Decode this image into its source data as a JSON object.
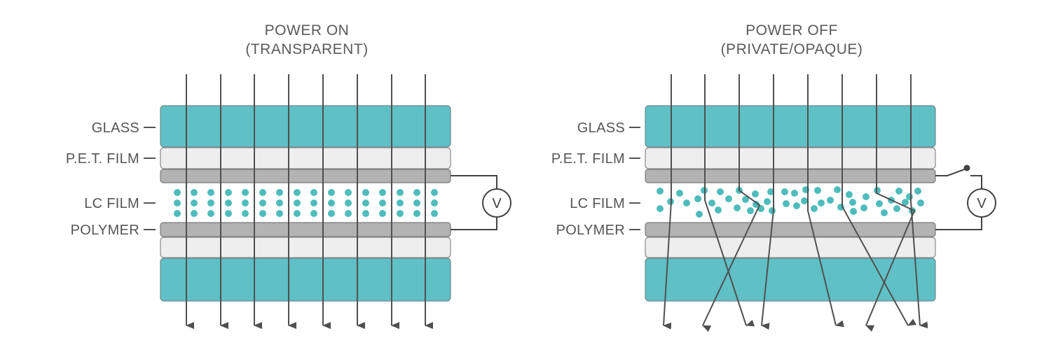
{
  "panels": [
    {
      "id": "on",
      "title_line1": "POWER ON",
      "title_line2": "(TRANSPARENT)",
      "state": "transparent",
      "labels": {
        "glass": "GLASS",
        "pet": "P.E.T. FILM",
        "lc": "LC FILM",
        "polymer": "POLYMER"
      },
      "voltmeter": "V",
      "switch": "closed",
      "light_rays": 8,
      "lc_droplets": "aligned"
    },
    {
      "id": "off",
      "title_line1": "POWER OFF",
      "title_line2": "(PRIVATE/OPAQUE)",
      "state": "scattering",
      "labels": {
        "glass": "GLASS",
        "pet": "P.E.T. FILM",
        "lc": "LC FILM",
        "polymer": "POLYMER"
      },
      "voltmeter": "V",
      "switch": "open",
      "light_rays": 8,
      "lc_droplets": "random"
    }
  ],
  "colors": {
    "glass": "#5fc0c6",
    "pet": "#eeeeee",
    "polymer": "#b3b3b3",
    "droplet": "#4fbcbc",
    "ray": "#505050",
    "outline": "#7a7a7a",
    "text": "#555555"
  }
}
